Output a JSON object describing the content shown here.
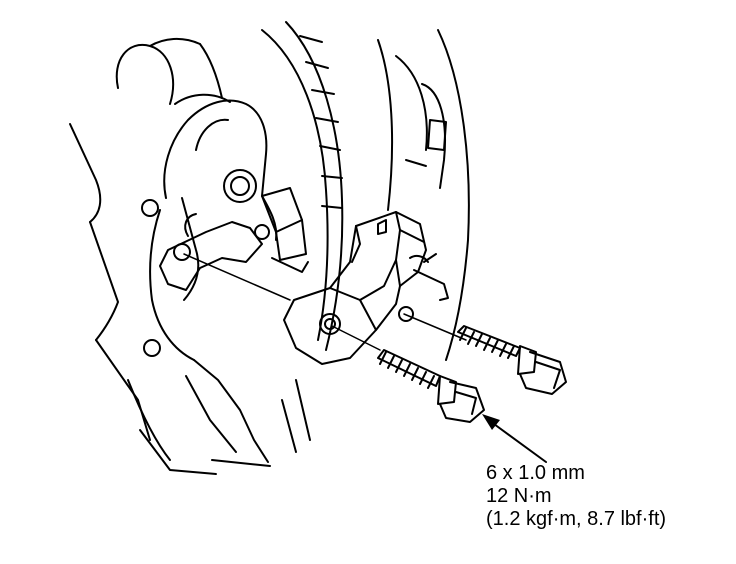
{
  "torque_spec": {
    "bolt_size": "6 x 1.0 mm",
    "torque_nm": "12 N·m",
    "torque_alt": "(1.2 kgf·m, 8.7 lbf·ft)"
  }
}
